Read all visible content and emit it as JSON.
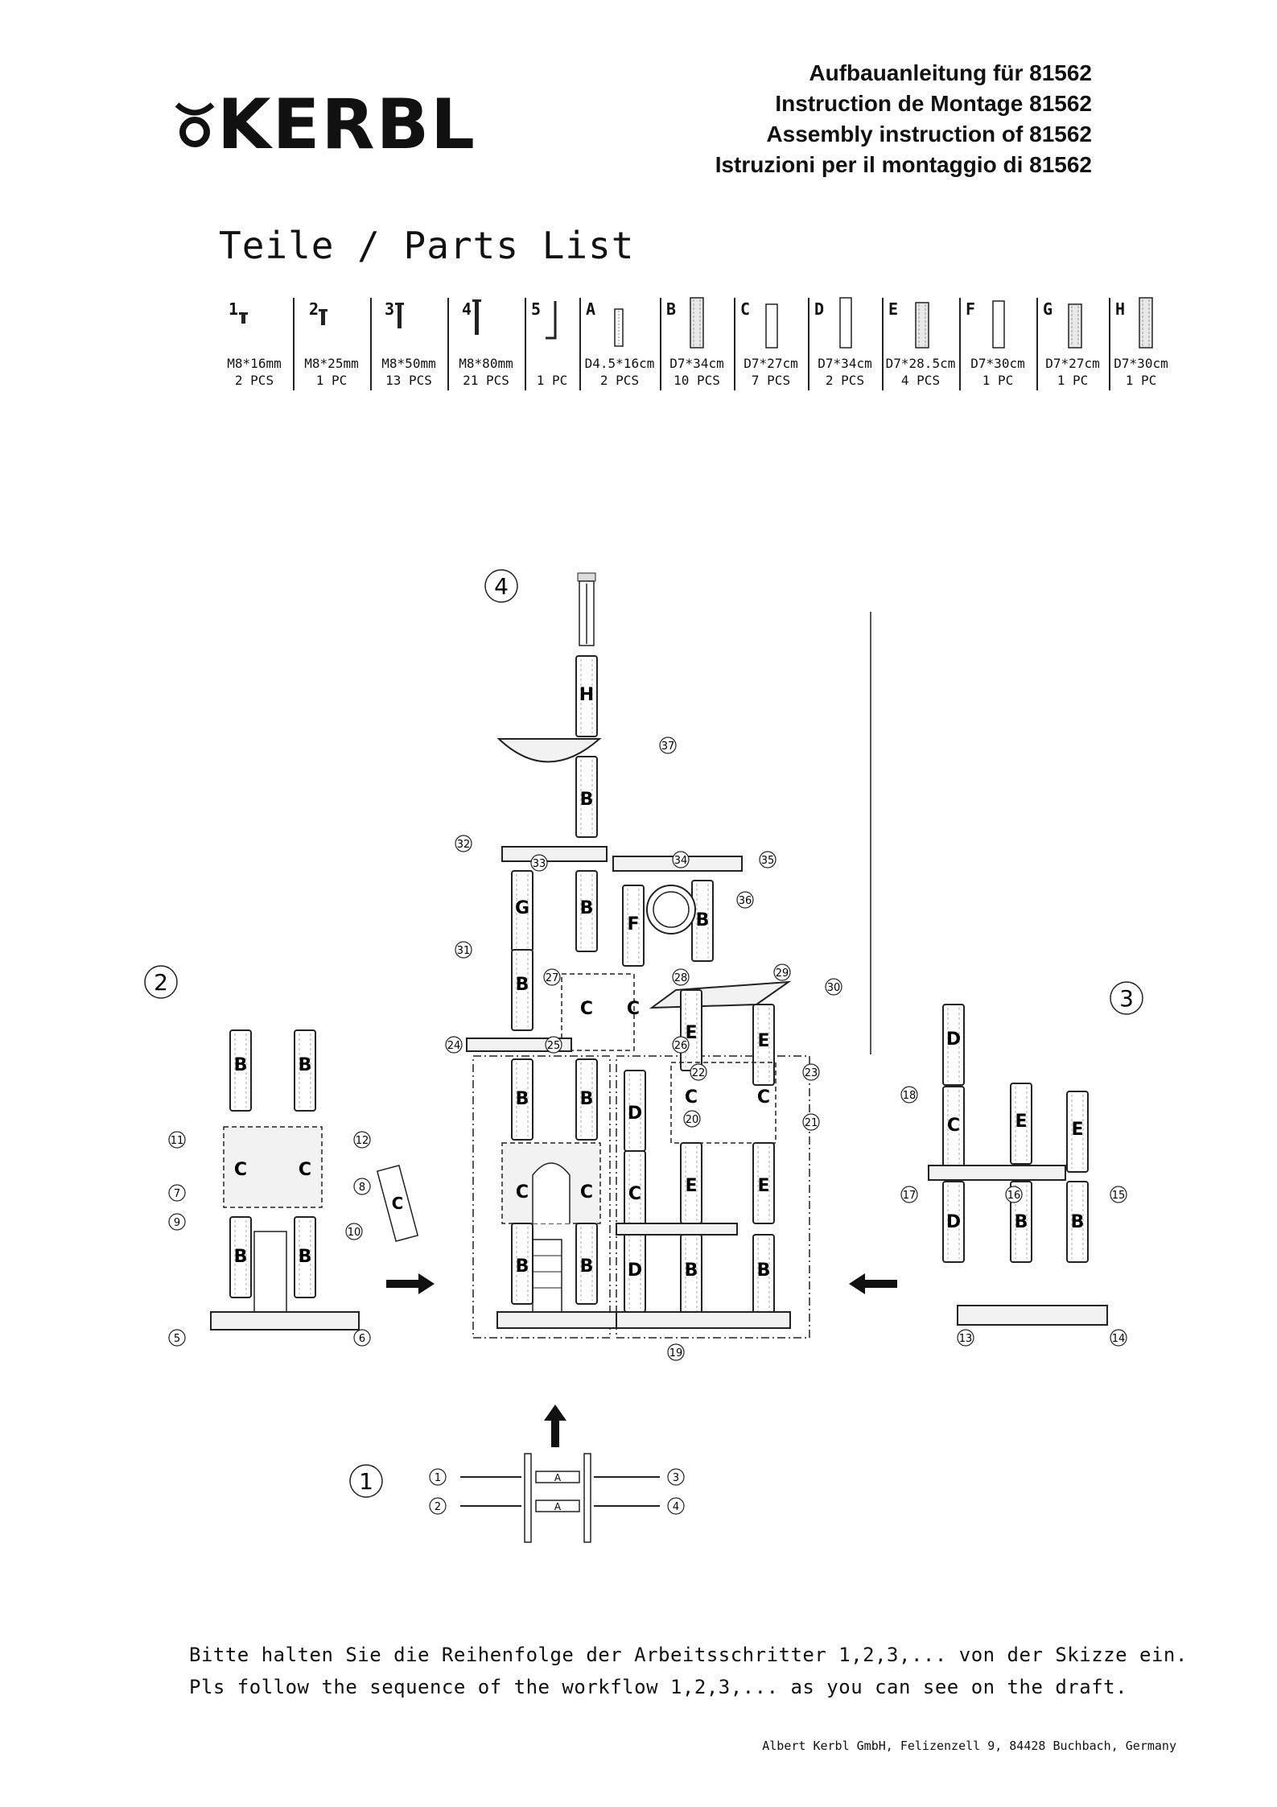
{
  "header": {
    "brand": "KERBL",
    "titles": [
      "Aufbauanleitung für 81562",
      "Instruction de Montage 81562",
      "Assembly instruction of 81562",
      "Istruzioni per il montaggio di 81562"
    ]
  },
  "parts_list": {
    "heading": "Teile / Parts List",
    "items": [
      {
        "label": "1",
        "dim": "M8*16mm",
        "qty": "2 PCS"
      },
      {
        "label": "2",
        "dim": "M8*25mm",
        "qty": "1 PC"
      },
      {
        "label": "3",
        "dim": "M8*50mm",
        "qty": "13 PCS"
      },
      {
        "label": "4",
        "dim": "M8*80mm",
        "qty": "21 PCS"
      },
      {
        "label": "5",
        "dim": "",
        "qty": "1 PC"
      },
      {
        "label": "A",
        "dim": "D4.5*16cm",
        "qty": "2 PCS"
      },
      {
        "label": "B",
        "dim": "D7*34cm",
        "qty": "10 PCS"
      },
      {
        "label": "C",
        "dim": "D7*27cm",
        "qty": "7 PCS"
      },
      {
        "label": "D",
        "dim": "D7*34cm",
        "qty": "2 PCS"
      },
      {
        "label": "E",
        "dim": "D7*28.5cm",
        "qty": "4 PCS"
      },
      {
        "label": "F",
        "dim": "D7*30cm",
        "qty": "1 PC"
      },
      {
        "label": "G",
        "dim": "D7*27cm",
        "qty": "1 PC"
      },
      {
        "label": "H",
        "dim": "D7*30cm",
        "qty": "1 PC"
      }
    ]
  },
  "diagram": {
    "steps": [
      "1",
      "2",
      "3",
      "4"
    ],
    "callouts": [
      "1",
      "2",
      "3",
      "4",
      "5",
      "6",
      "7",
      "8",
      "9",
      "10",
      "11",
      "12",
      "13",
      "14",
      "15",
      "16",
      "17",
      "18",
      "19",
      "20",
      "21",
      "22",
      "23",
      "24",
      "25",
      "26",
      "27",
      "28",
      "29",
      "30",
      "31",
      "32",
      "33",
      "34",
      "35",
      "36",
      "37"
    ]
  },
  "footer": {
    "line_de": "Bitte halten Sie die Reihenfolge der Arbeitsschritter 1,2,3,... von der Skizze ein.",
    "line_en": "Pls follow the sequence of the workflow 1,2,3,... as you can see on the draft.",
    "address": "Albert Kerbl GmbH, Felizenzell 9, 84428 Buchbach, Germany"
  }
}
